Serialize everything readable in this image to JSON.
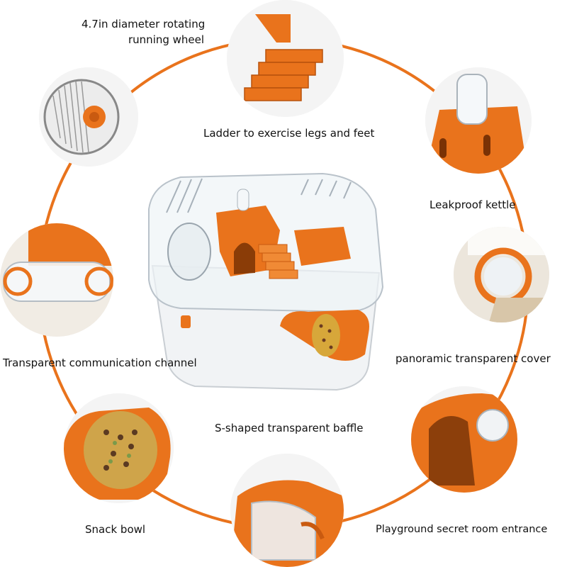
{
  "features": [
    {
      "id": "wheel",
      "label_line1": "4.7in diameter rotating",
      "label_line2": "running wheel"
    },
    {
      "id": "ladder",
      "label": "Ladder to exercise legs and feet"
    },
    {
      "id": "kettle",
      "label": "Leakproof kettle"
    },
    {
      "id": "channel",
      "label": "Transparent communication channel"
    },
    {
      "id": "cover",
      "label": "panoramic transparent cover"
    },
    {
      "id": "baffle",
      "label": "S-shaped transparent baffle"
    },
    {
      "id": "bowl",
      "label": "Snack bowl"
    },
    {
      "id": "room",
      "label": "Playground secret room entrance"
    }
  ],
  "colors": {
    "accent": "#e9731c",
    "accent_dark": "#c95a10",
    "plastic": "#e8ecef",
    "text": "#111111"
  }
}
